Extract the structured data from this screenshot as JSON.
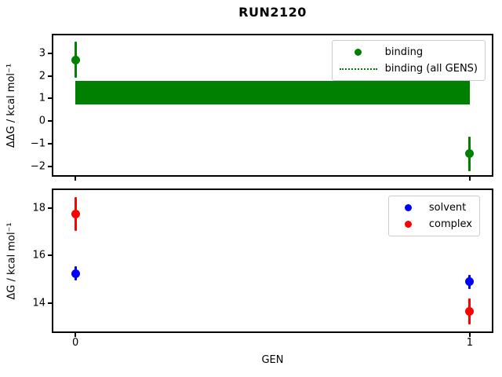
{
  "style": {
    "background": "#ffffff",
    "spine_color": "#000000",
    "legend_border_color": "#cccccc"
  },
  "chart_data": [
    {
      "type": "scatter",
      "title": "RUN2120",
      "ylabel": "ΔΔG / kcal mol⁻¹",
      "x": [
        0,
        1
      ],
      "xticklabels": [],
      "series": [
        {
          "name": "binding",
          "color": "#008000",
          "values": [
            2.7,
            -1.45
          ],
          "errors": [
            0.8,
            0.75
          ]
        }
      ],
      "band": {
        "name": "binding (all GENS)",
        "color": "#008000",
        "linestyle": "dotted",
        "y_min": 0.72,
        "y_max": 1.77,
        "x_min": 0,
        "x_max": 1
      },
      "yticks": [
        3,
        2,
        1,
        0,
        -1,
        -2
      ],
      "ylim": [
        -2.39,
        3.79
      ],
      "xlim": [
        -0.056,
        1.056
      ],
      "grid": false,
      "legend_position": "upper right",
      "legend_entries": [
        "binding",
        "binding (all GENS)"
      ]
    },
    {
      "type": "scatter",
      "xlabel": "GEN",
      "ylabel": "ΔG / kcal mol⁻¹",
      "x": [
        0,
        1
      ],
      "xticklabels": [
        "0",
        "1"
      ],
      "series": [
        {
          "name": "solvent",
          "color": "#0000ff",
          "values": [
            15.25,
            14.9
          ],
          "errors": [
            0.3,
            0.3
          ]
        },
        {
          "name": "complex",
          "color": "#ff0000",
          "values": [
            17.75,
            13.65
          ],
          "errors": [
            0.7,
            0.55
          ]
        }
      ],
      "yticks": [
        18,
        16,
        14
      ],
      "ylim": [
        12.8,
        18.76
      ],
      "xlim": [
        -0.056,
        1.056
      ],
      "grid": false,
      "legend_position": "upper right",
      "legend_entries": [
        "solvent",
        "complex"
      ]
    }
  ]
}
